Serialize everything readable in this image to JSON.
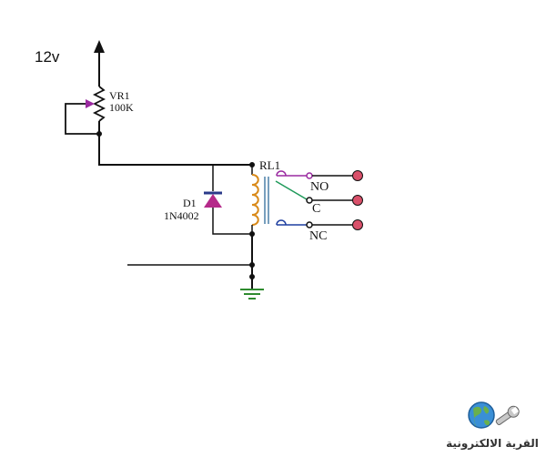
{
  "supply_label": "12v",
  "vr1": {
    "name": "VR1",
    "value": "100K"
  },
  "d1": {
    "name": "D1",
    "part": "1N4002"
  },
  "rl1": {
    "name": "RL1",
    "no": "NO",
    "c": "C",
    "nc": "NC"
  },
  "watermark": {
    "text": "القرية الالكترونية",
    "logo_icon": "globe-wrench-logo-icon"
  },
  "colors": {
    "wire": "#111111",
    "coil": "#d98a1a",
    "potentiometer_arrow": "#9a2aa0",
    "diode": "#b52a8a",
    "diode_bar": "#2a3a8a",
    "ground": "#2e8b2e",
    "no_contact": "#9a2aa0",
    "common_contact": "#1f9a5a",
    "nc_contact": "#1f3fa0",
    "terminal": "#d9506a",
    "relay_core": "#4a7fa8"
  }
}
